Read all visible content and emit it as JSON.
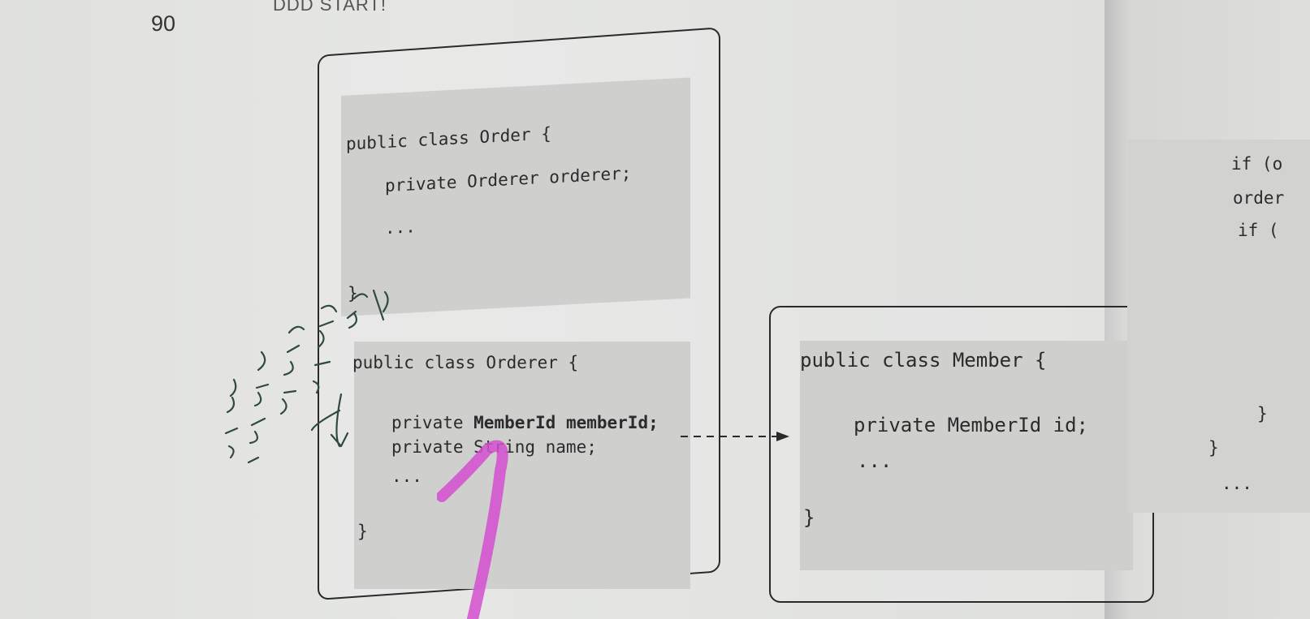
{
  "page": {
    "number": "90",
    "running_header": "DDD START!"
  },
  "order_class": {
    "declaration": "public class Order {",
    "field": "private Orderer orderer;",
    "ellipsis": "...",
    "closing": "}"
  },
  "orderer_class": {
    "declaration": "public class Orderer {",
    "field_member_id_type": "private ",
    "field_member_id_bold": "MemberId memberId;",
    "field_name": "private String name;",
    "ellipsis": "...",
    "closing": "}"
  },
  "member_class": {
    "declaration": "public class Member {",
    "field": "private MemberId id;",
    "ellipsis": "...",
    "closing": "}"
  },
  "side_code": {
    "line1": "if (o",
    "line2": "order",
    "line3": "if (",
    "brace1": "}",
    "brace2": "}",
    "ellipsis": "..."
  },
  "colors": {
    "highlighter": "#d34fd0",
    "pen": "#2f4a3e",
    "frame": "#2a2a2a"
  }
}
